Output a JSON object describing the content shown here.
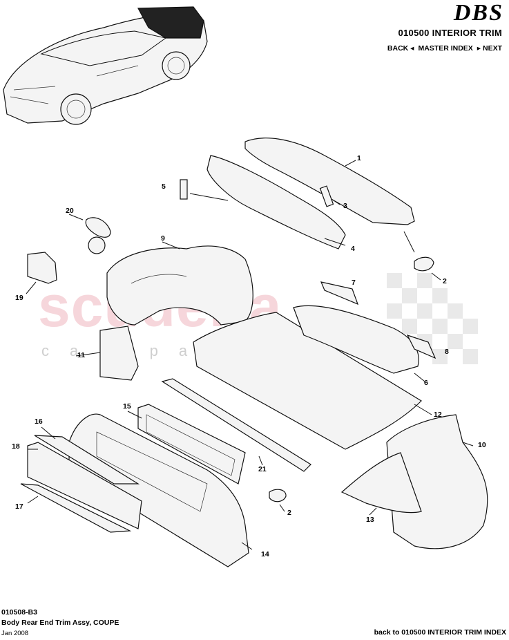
{
  "header": {
    "brand": "DBS",
    "section_title": "010500 INTERIOR TRIM",
    "nav": {
      "back": "BACK ◂",
      "master_index": "MASTER INDEX",
      "next": "▸ NEXT"
    }
  },
  "watermark": {
    "main": "scuderia",
    "sub": "car parts"
  },
  "callouts": [
    {
      "id": "1",
      "label": "1"
    },
    {
      "id": "2a",
      "label": "2"
    },
    {
      "id": "3",
      "label": "3"
    },
    {
      "id": "4",
      "label": "4"
    },
    {
      "id": "5",
      "label": "5"
    },
    {
      "id": "6",
      "label": "6"
    },
    {
      "id": "7",
      "label": "7"
    },
    {
      "id": "8",
      "label": "8"
    },
    {
      "id": "9",
      "label": "9"
    },
    {
      "id": "10",
      "label": "10"
    },
    {
      "id": "11",
      "label": "11"
    },
    {
      "id": "12",
      "label": "12"
    },
    {
      "id": "13",
      "label": "13"
    },
    {
      "id": "14",
      "label": "14"
    },
    {
      "id": "15",
      "label": "15"
    },
    {
      "id": "16",
      "label": "16"
    },
    {
      "id": "17",
      "label": "17"
    },
    {
      "id": "18",
      "label": "18"
    },
    {
      "id": "19",
      "label": "19"
    },
    {
      "id": "20",
      "label": "20"
    },
    {
      "id": "21",
      "label": "21"
    },
    {
      "id": "2b",
      "label": "2"
    }
  ],
  "footer": {
    "code": "010508-B3",
    "title": "Body Rear End Trim Assy, COUPE",
    "date": "Jan 2008",
    "back_link": "back to 010500 INTERIOR TRIM INDEX"
  }
}
